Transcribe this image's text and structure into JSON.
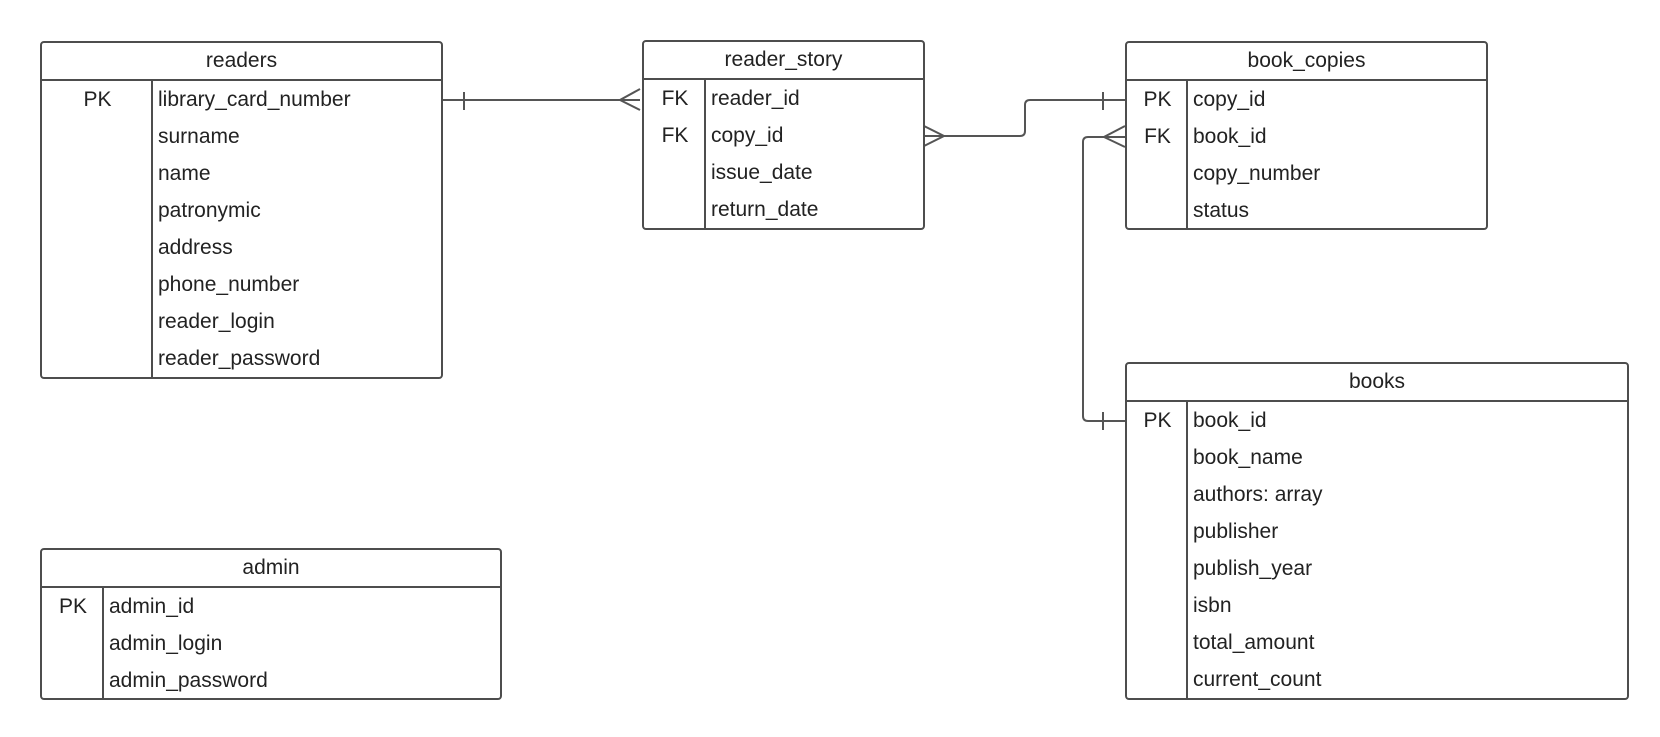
{
  "colors": {
    "stroke": "#4d4d4d",
    "connector": "#555555",
    "background": "#ffffff",
    "text": "#222222"
  },
  "entities": {
    "readers": {
      "name": "readers",
      "rows": [
        {
          "key": "PK",
          "field": "library_card_number"
        },
        {
          "key": "",
          "field": "surname"
        },
        {
          "key": "",
          "field": "name"
        },
        {
          "key": "",
          "field": "patronymic"
        },
        {
          "key": "",
          "field": "address"
        },
        {
          "key": "",
          "field": "phone_number"
        },
        {
          "key": "",
          "field": "reader_login"
        },
        {
          "key": "",
          "field": "reader_password"
        }
      ]
    },
    "reader_story": {
      "name": "reader_story",
      "rows": [
        {
          "key": "FK",
          "field": "reader_id"
        },
        {
          "key": "FK",
          "field": "copy_id"
        },
        {
          "key": "",
          "field": "issue_date"
        },
        {
          "key": "",
          "field": "return_date"
        }
      ]
    },
    "book_copies": {
      "name": "book_copies",
      "rows": [
        {
          "key": "PK",
          "field": "copy_id"
        },
        {
          "key": "FK",
          "field": "book_id"
        },
        {
          "key": "",
          "field": "copy_number"
        },
        {
          "key": "",
          "field": "status"
        }
      ]
    },
    "books": {
      "name": "books",
      "rows": [
        {
          "key": "PK",
          "field": "book_id"
        },
        {
          "key": "",
          "field": "book_name"
        },
        {
          "key": "",
          "field": "authors: array"
        },
        {
          "key": "",
          "field": "publisher"
        },
        {
          "key": "",
          "field": "publish_year"
        },
        {
          "key": "",
          "field": "isbn"
        },
        {
          "key": "",
          "field": "total_amount"
        },
        {
          "key": "",
          "field": "current_count"
        }
      ]
    },
    "admin": {
      "name": "admin",
      "rows": [
        {
          "key": "PK",
          "field": "admin_id"
        },
        {
          "key": "",
          "field": "admin_login"
        },
        {
          "key": "",
          "field": "admin_password"
        }
      ]
    }
  },
  "relationships": [
    {
      "from": "readers",
      "from_end": "one",
      "to": "reader_story",
      "to_end": "many"
    },
    {
      "from": "reader_story",
      "from_end": "many",
      "to": "book_copies",
      "to_end": "one"
    },
    {
      "from": "book_copies",
      "from_end": "many",
      "to": "books",
      "to_end": "one"
    }
  ]
}
